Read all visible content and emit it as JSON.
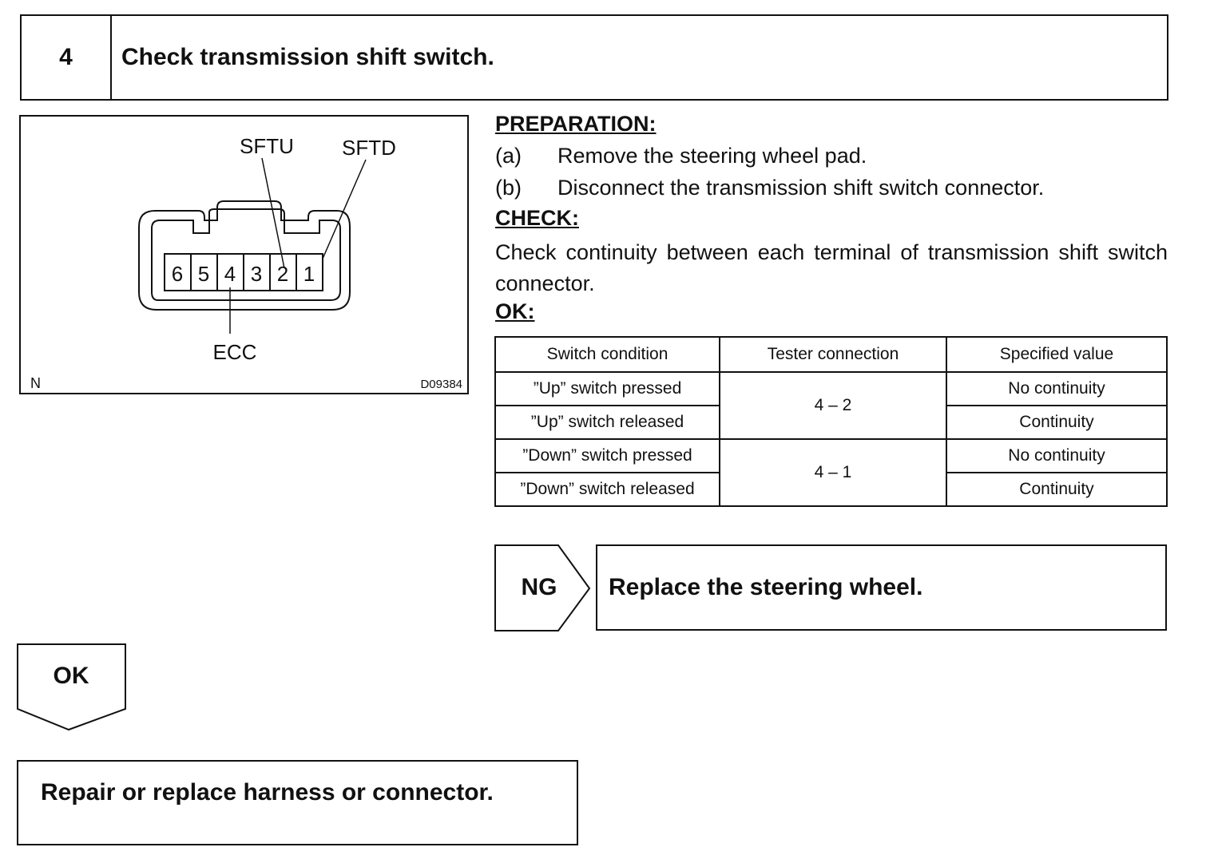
{
  "step": {
    "number": "4",
    "title": "Check transmission shift switch."
  },
  "diagram": {
    "label_sftu": "SFTU",
    "label_sftd": "SFTD",
    "label_ecc": "ECC",
    "terminals": [
      "6",
      "5",
      "4",
      "3",
      "2",
      "1"
    ],
    "corner_left": "N",
    "figure_code": "D09384"
  },
  "preparation": {
    "heading": "PREPARATION:",
    "steps": [
      {
        "marker": "(a)",
        "text": "Remove the steering wheel pad."
      },
      {
        "marker": "(b)",
        "text": "Disconnect the transmission shift switch connector."
      }
    ]
  },
  "check": {
    "heading": "CHECK:",
    "text": "Check continuity between each terminal of transmission shift switch connector."
  },
  "ok": {
    "heading": "OK:"
  },
  "table": {
    "headers": [
      "Switch condition",
      "Tester connection",
      "Specified value"
    ],
    "rows": [
      {
        "condition": "”Up” switch pressed",
        "connection": "4 – 2",
        "value": "No continuity"
      },
      {
        "condition": "”Up” switch released",
        "value": "Continuity"
      },
      {
        "condition": "”Down” switch pressed",
        "connection": "4 – 1",
        "value": "No continuity"
      },
      {
        "condition": "”Down” switch released",
        "value": "Continuity"
      }
    ]
  },
  "ng_branch": {
    "label": "NG",
    "action": "Replace the steering wheel."
  },
  "ok_branch": {
    "label": "OK",
    "action": "Repair or replace harness or connector."
  }
}
